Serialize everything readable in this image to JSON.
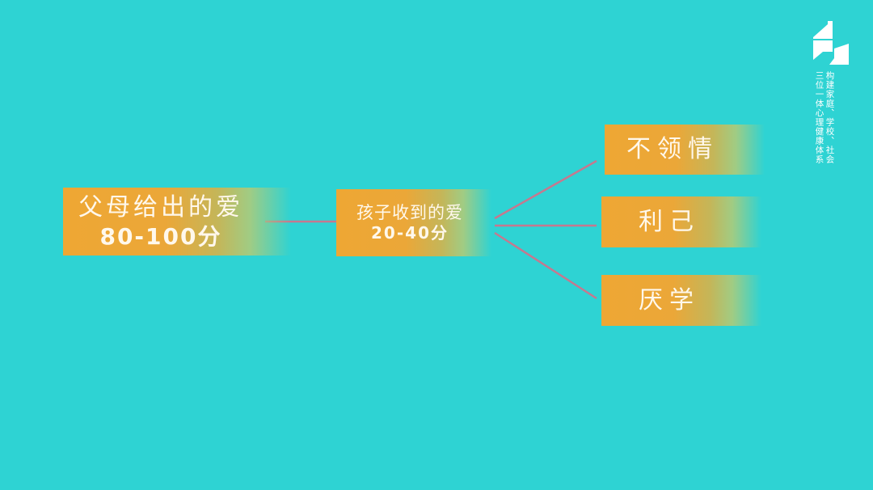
{
  "diagram": {
    "root": {
      "line1": "父母给出的爱",
      "line2": "80-100分"
    },
    "middle": {
      "line1": "孩子收到的爱",
      "line2": "20-40分"
    },
    "leaves": [
      {
        "label": "不领情"
      },
      {
        "label": "利己"
      },
      {
        "label": "厌学"
      }
    ]
  },
  "branding": {
    "logo_icon": "stacked-blocks-logo",
    "tagline_line1": "构建家庭、学校、社会",
    "tagline_line2": "三位一体心理健康体系"
  },
  "colors": {
    "background": "#2ed3d3",
    "box_orange": "#eea734",
    "box_fade_green": "#a0cc84",
    "connector": "#c5798f",
    "text": "#fff8ec"
  }
}
